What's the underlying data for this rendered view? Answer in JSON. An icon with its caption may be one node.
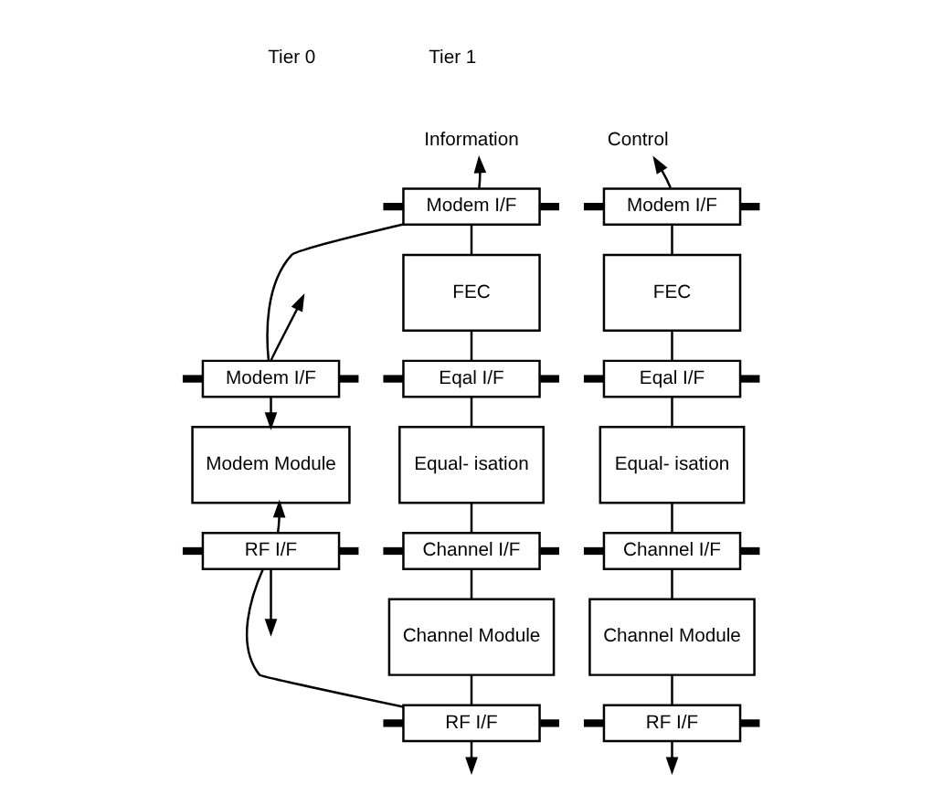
{
  "diagram": {
    "nodes": [
      {
        "text": [
          "Modem I/F"
        ]
      },
      {
        "text": [
          "Modem Module"
        ]
      },
      {
        "text": [
          "RF I/F"
        ]
      },
      {
        "text": [
          "Information"
        ]
      },
      {
        "text": [
          "Modem I/F"
        ]
      },
      {
        "text": [
          "FEC"
        ]
      },
      {
        "text": [
          "Eqal I/F"
        ]
      },
      {
        "text": [
          "Equal- isation"
        ]
      },
      {
        "text": [
          "Channel I/F"
        ]
      },
      {
        "text": [
          "Channel Module"
        ]
      },
      {
        "text": [
          "RF I/F"
        ]
      },
      {
        "text": [
          "Control"
        ]
      },
      {
        "text": [
          "Modem I/F"
        ]
      },
      {
        "text": [
          "FEC"
        ]
      },
      {
        "text": [
          "Eqal I/F"
        ]
      },
      {
        "text": [
          "Equal- isation"
        ]
      },
      {
        "text": [
          "Channel I/F"
        ]
      },
      {
        "text": [
          "Channel Module"
        ]
      },
      {
        "text": [
          "RF I/F"
        ]
      }
    ],
    "edges": [
      {
        "from": 0,
        "to": null,
        "arrow": "to"
      },
      {
        "from": 0,
        "to": 1,
        "arrow": "to"
      },
      {
        "from": 2,
        "to": 1,
        "arrow": "to"
      },
      {
        "from": 2,
        "to": null,
        "arrow": "to"
      },
      {
        "from": null,
        "to": 0,
        "arrow": "none",
        "style": "thick"
      },
      {
        "from": 0,
        "to": null,
        "arrow": "none",
        "style": "thick"
      },
      {
        "from": null,
        "to": 2,
        "arrow": "none",
        "style": "thick"
      },
      {
        "from": 2,
        "to": null,
        "arrow": "none",
        "style": "thick"
      },
      {
        "from": 0,
        "to": 4,
        "arrow": "none"
      },
      {
        "from": 2,
        "to": 10,
        "arrow": "none"
      },
      {
        "from": 4,
        "to": 3,
        "arrow": "to"
      },
      {
        "from": 4,
        "to": 5,
        "arrow": "none"
      },
      {
        "from": 5,
        "to": 6,
        "arrow": "none"
      },
      {
        "from": 6,
        "to": 7,
        "arrow": "none"
      },
      {
        "from": 7,
        "to": 8,
        "arrow": "none"
      },
      {
        "from": 8,
        "to": 9,
        "arrow": "none"
      },
      {
        "from": 9,
        "to": 10,
        "arrow": "none"
      },
      {
        "from": null,
        "to": 4,
        "arrow": "none",
        "style": "thick"
      },
      {
        "from": 4,
        "to": null,
        "arrow": "none",
        "style": "thick"
      },
      {
        "from": null,
        "to": 6,
        "arrow": "none",
        "style": "thick"
      },
      {
        "from": 6,
        "to": null,
        "arrow": "none",
        "style": "thick"
      },
      {
        "from": null,
        "to": 8,
        "arrow": "none",
        "style": "thick"
      },
      {
        "from": 8,
        "to": null,
        "arrow": "none",
        "style": "thick"
      },
      {
        "from": null,
        "to": 10,
        "arrow": "none",
        "style": "thick"
      },
      {
        "from": 10,
        "to": null,
        "arrow": "none",
        "style": "thick"
      },
      {
        "from": 10,
        "to": null,
        "arrow": "to"
      },
      {
        "from": 12,
        "to": 11,
        "arrow": "to"
      },
      {
        "from": 12,
        "to": 13,
        "arrow": "none"
      },
      {
        "from": 13,
        "to": 14,
        "arrow": "none"
      },
      {
        "from": 14,
        "to": 15,
        "arrow": "none"
      },
      {
        "from": 15,
        "to": 16,
        "arrow": "none"
      },
      {
        "from": 16,
        "to": 17,
        "arrow": "none"
      },
      {
        "from": 17,
        "to": 18,
        "arrow": "none"
      },
      {
        "from": null,
        "to": 12,
        "arrow": "none",
        "style": "thick"
      },
      {
        "from": 12,
        "to": null,
        "arrow": "none",
        "style": "thick"
      },
      {
        "from": null,
        "to": 14,
        "arrow": "none",
        "style": "thick"
      },
      {
        "from": 14,
        "to": null,
        "arrow": "none",
        "style": "thick"
      },
      {
        "from": null,
        "to": 16,
        "arrow": "none",
        "style": "thick"
      },
      {
        "from": 16,
        "to": null,
        "arrow": "none",
        "style": "thick"
      },
      {
        "from": null,
        "to": 18,
        "arrow": "none",
        "style": "thick"
      },
      {
        "from": 18,
        "to": null,
        "arrow": "none",
        "style": "thick"
      },
      {
        "from": 18,
        "to": null,
        "arrow": "to"
      }
    ],
    "labels": [
      "Tier 0",
      "Tier 1"
    ]
  }
}
